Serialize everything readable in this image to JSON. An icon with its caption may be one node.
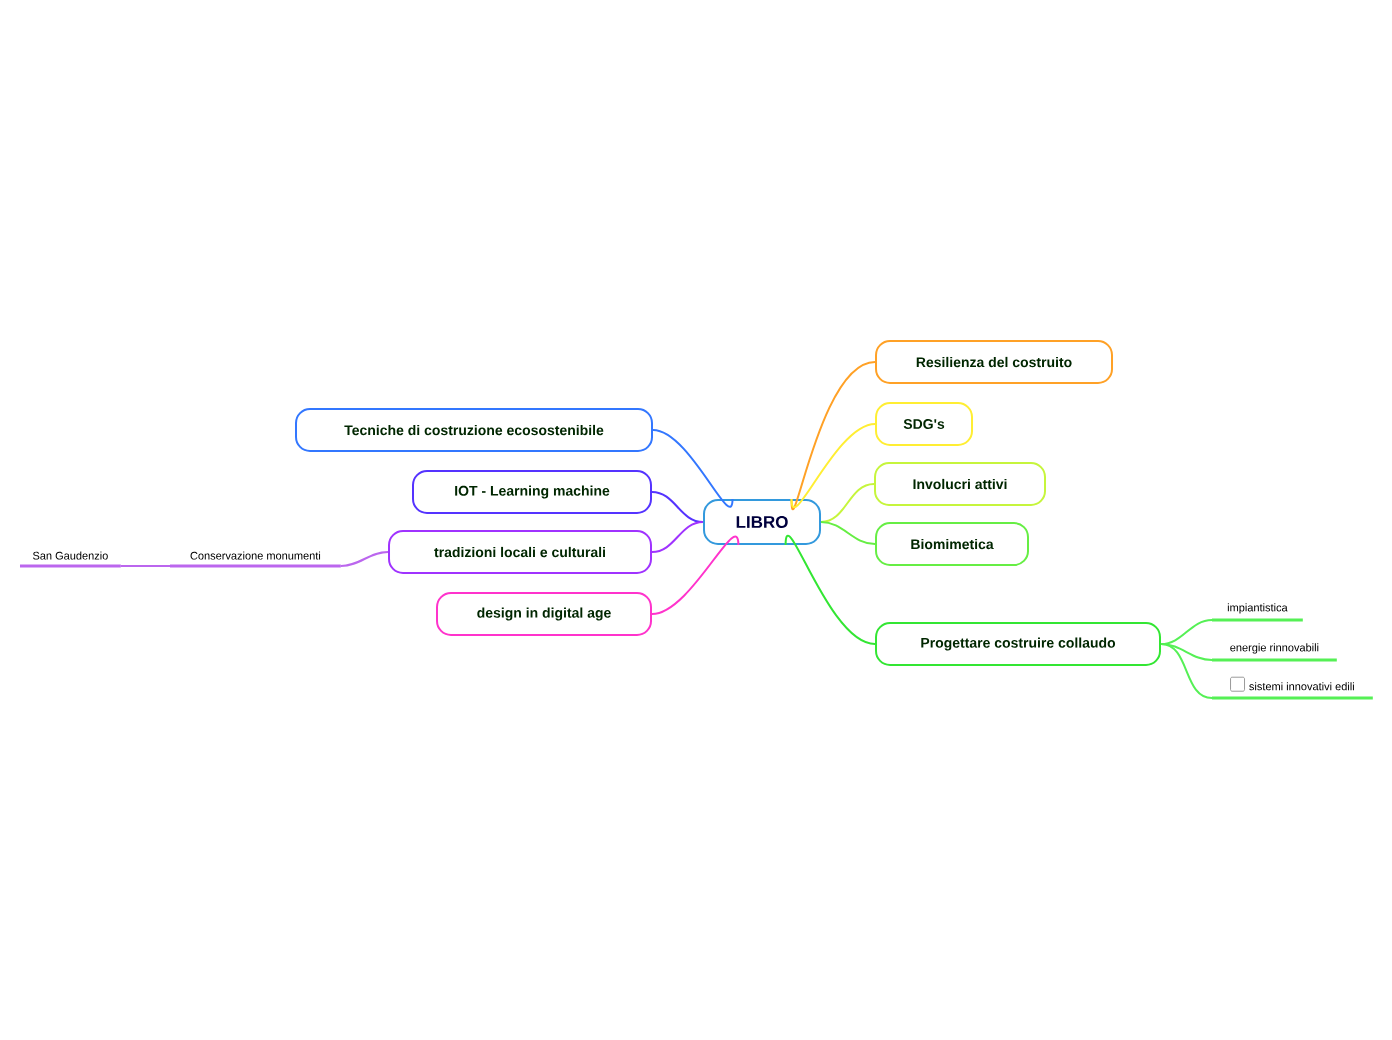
{
  "diagram": {
    "nodes": [
      {
        "text": [
          "LIBRO"
        ]
      },
      {
        "text": [
          "Resilienza del costruito"
        ]
      },
      {
        "text": [
          "SDG's"
        ]
      },
      {
        "text": [
          "Involucri attivi"
        ]
      },
      {
        "text": [
          "Biomimetica"
        ]
      },
      {
        "text": [
          "Progettare costruire collaudo"
        ]
      },
      {
        "text": [
          "impiantistica"
        ]
      },
      {
        "text": [
          "energie rinnovabili"
        ]
      },
      {
        "text": [
          "sistemi innovativi edili"
        ]
      },
      {
        "text": [
          "Tecniche di costruzione ecosostenibile"
        ]
      },
      {
        "text": [
          "IOT - Learning machine"
        ]
      },
      {
        "text": [
          "tradizioni locali e culturali"
        ]
      },
      {
        "text": [
          "Conservazione monumenti"
        ]
      },
      {
        "text": [
          "San Gaudenzio"
        ]
      },
      {
        "text": [
          "design in digital age"
        ]
      }
    ],
    "edges": [
      {
        "from": 0,
        "to": 1,
        "arrow": "none",
        "color": "#ffa126"
      },
      {
        "from": 0,
        "to": 2,
        "arrow": "none",
        "color": "#ffee33"
      },
      {
        "from": 0,
        "to": 3,
        "arrow": "none",
        "color": "#c6f53c"
      },
      {
        "from": 0,
        "to": 4,
        "arrow": "none",
        "color": "#66ee44"
      },
      {
        "from": 0,
        "to": 5,
        "arrow": "none",
        "color": "#33e633"
      },
      {
        "from": 5,
        "to": 6,
        "arrow": "none",
        "color": "#55f055"
      },
      {
        "from": 5,
        "to": 7,
        "arrow": "none",
        "color": "#55f055"
      },
      {
        "from": 5,
        "to": 8,
        "arrow": "none",
        "color": "#55f055"
      },
      {
        "from": 0,
        "to": 9,
        "arrow": "none",
        "color": "#3377ff"
      },
      {
        "from": 0,
        "to": 10,
        "arrow": "none",
        "color": "#5533ff"
      },
      {
        "from": 0,
        "to": 11,
        "arrow": "none",
        "color": "#a033ff"
      },
      {
        "from": 11,
        "to": 12,
        "arrow": "none",
        "color": "#bb66ee"
      },
      {
        "from": 12,
        "to": 13,
        "arrow": "none",
        "color": "#bb66ee"
      },
      {
        "from": 0,
        "to": 14,
        "arrow": "none",
        "color": "#ff33cc"
      }
    ]
  }
}
